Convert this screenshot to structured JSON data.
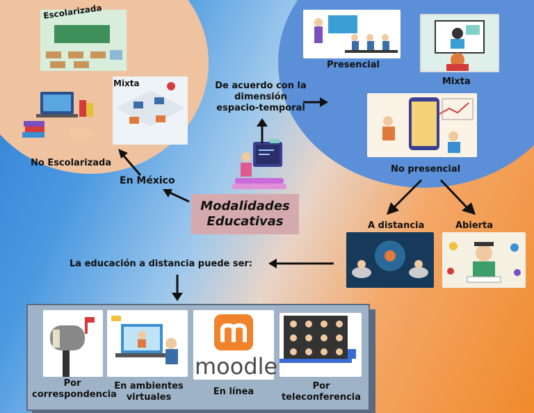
{
  "center": {
    "title_line1": "Modalidades",
    "title_line2": "Educativas"
  },
  "mexico": {
    "label": "En México",
    "escolarizada": "Escolarizada",
    "mixta": "Mixta",
    "no_escolarizada": "No Escolarizada"
  },
  "dimension": {
    "label_line1": "De acuerdo con la",
    "label_line2": "dimensión",
    "label_line3": "espacio-temporal",
    "presencial": "Presencial",
    "mixta": "Mixta",
    "no_presencial": "No presencial",
    "a_distancia": "A distancia",
    "abierta": "Abierta"
  },
  "distancia": {
    "label": "La educación a distancia puede ser:",
    "items": [
      {
        "line1": "Por",
        "line2": "correspondencia"
      },
      {
        "line1": "En ambientes",
        "line2": "virtuales"
      },
      {
        "line1": "En línea",
        "line2": ""
      },
      {
        "line1": "Por",
        "line2": "teleconferencia"
      }
    ],
    "moodle_text": "moodle"
  }
}
